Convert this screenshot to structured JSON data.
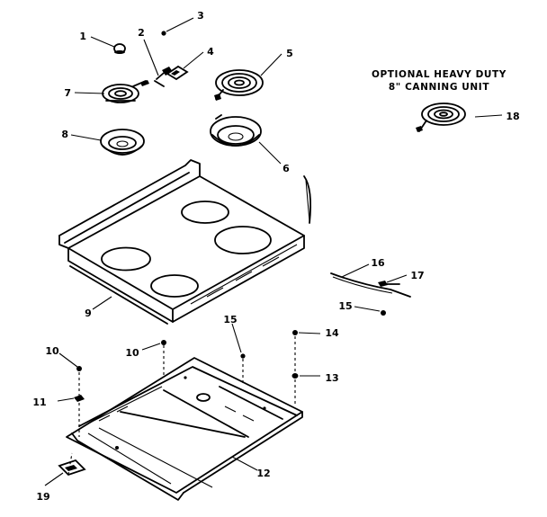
{
  "caption": {
    "line1": "OPTIONAL HEAVY DUTY",
    "line2": "8\" CANNING UNIT"
  },
  "callouts": {
    "c1": "1",
    "c2": "2",
    "c3": "3",
    "c4": "4",
    "c5": "5",
    "c6": "6",
    "c7": "7",
    "c8": "8",
    "c9": "9",
    "c10a": "10",
    "c10b": "10",
    "c11": "11",
    "c12": "12",
    "c13": "13",
    "c14": "14",
    "c15a": "15",
    "c15b": "15",
    "c16": "16",
    "c17": "17",
    "c18": "18",
    "c19": "19"
  }
}
